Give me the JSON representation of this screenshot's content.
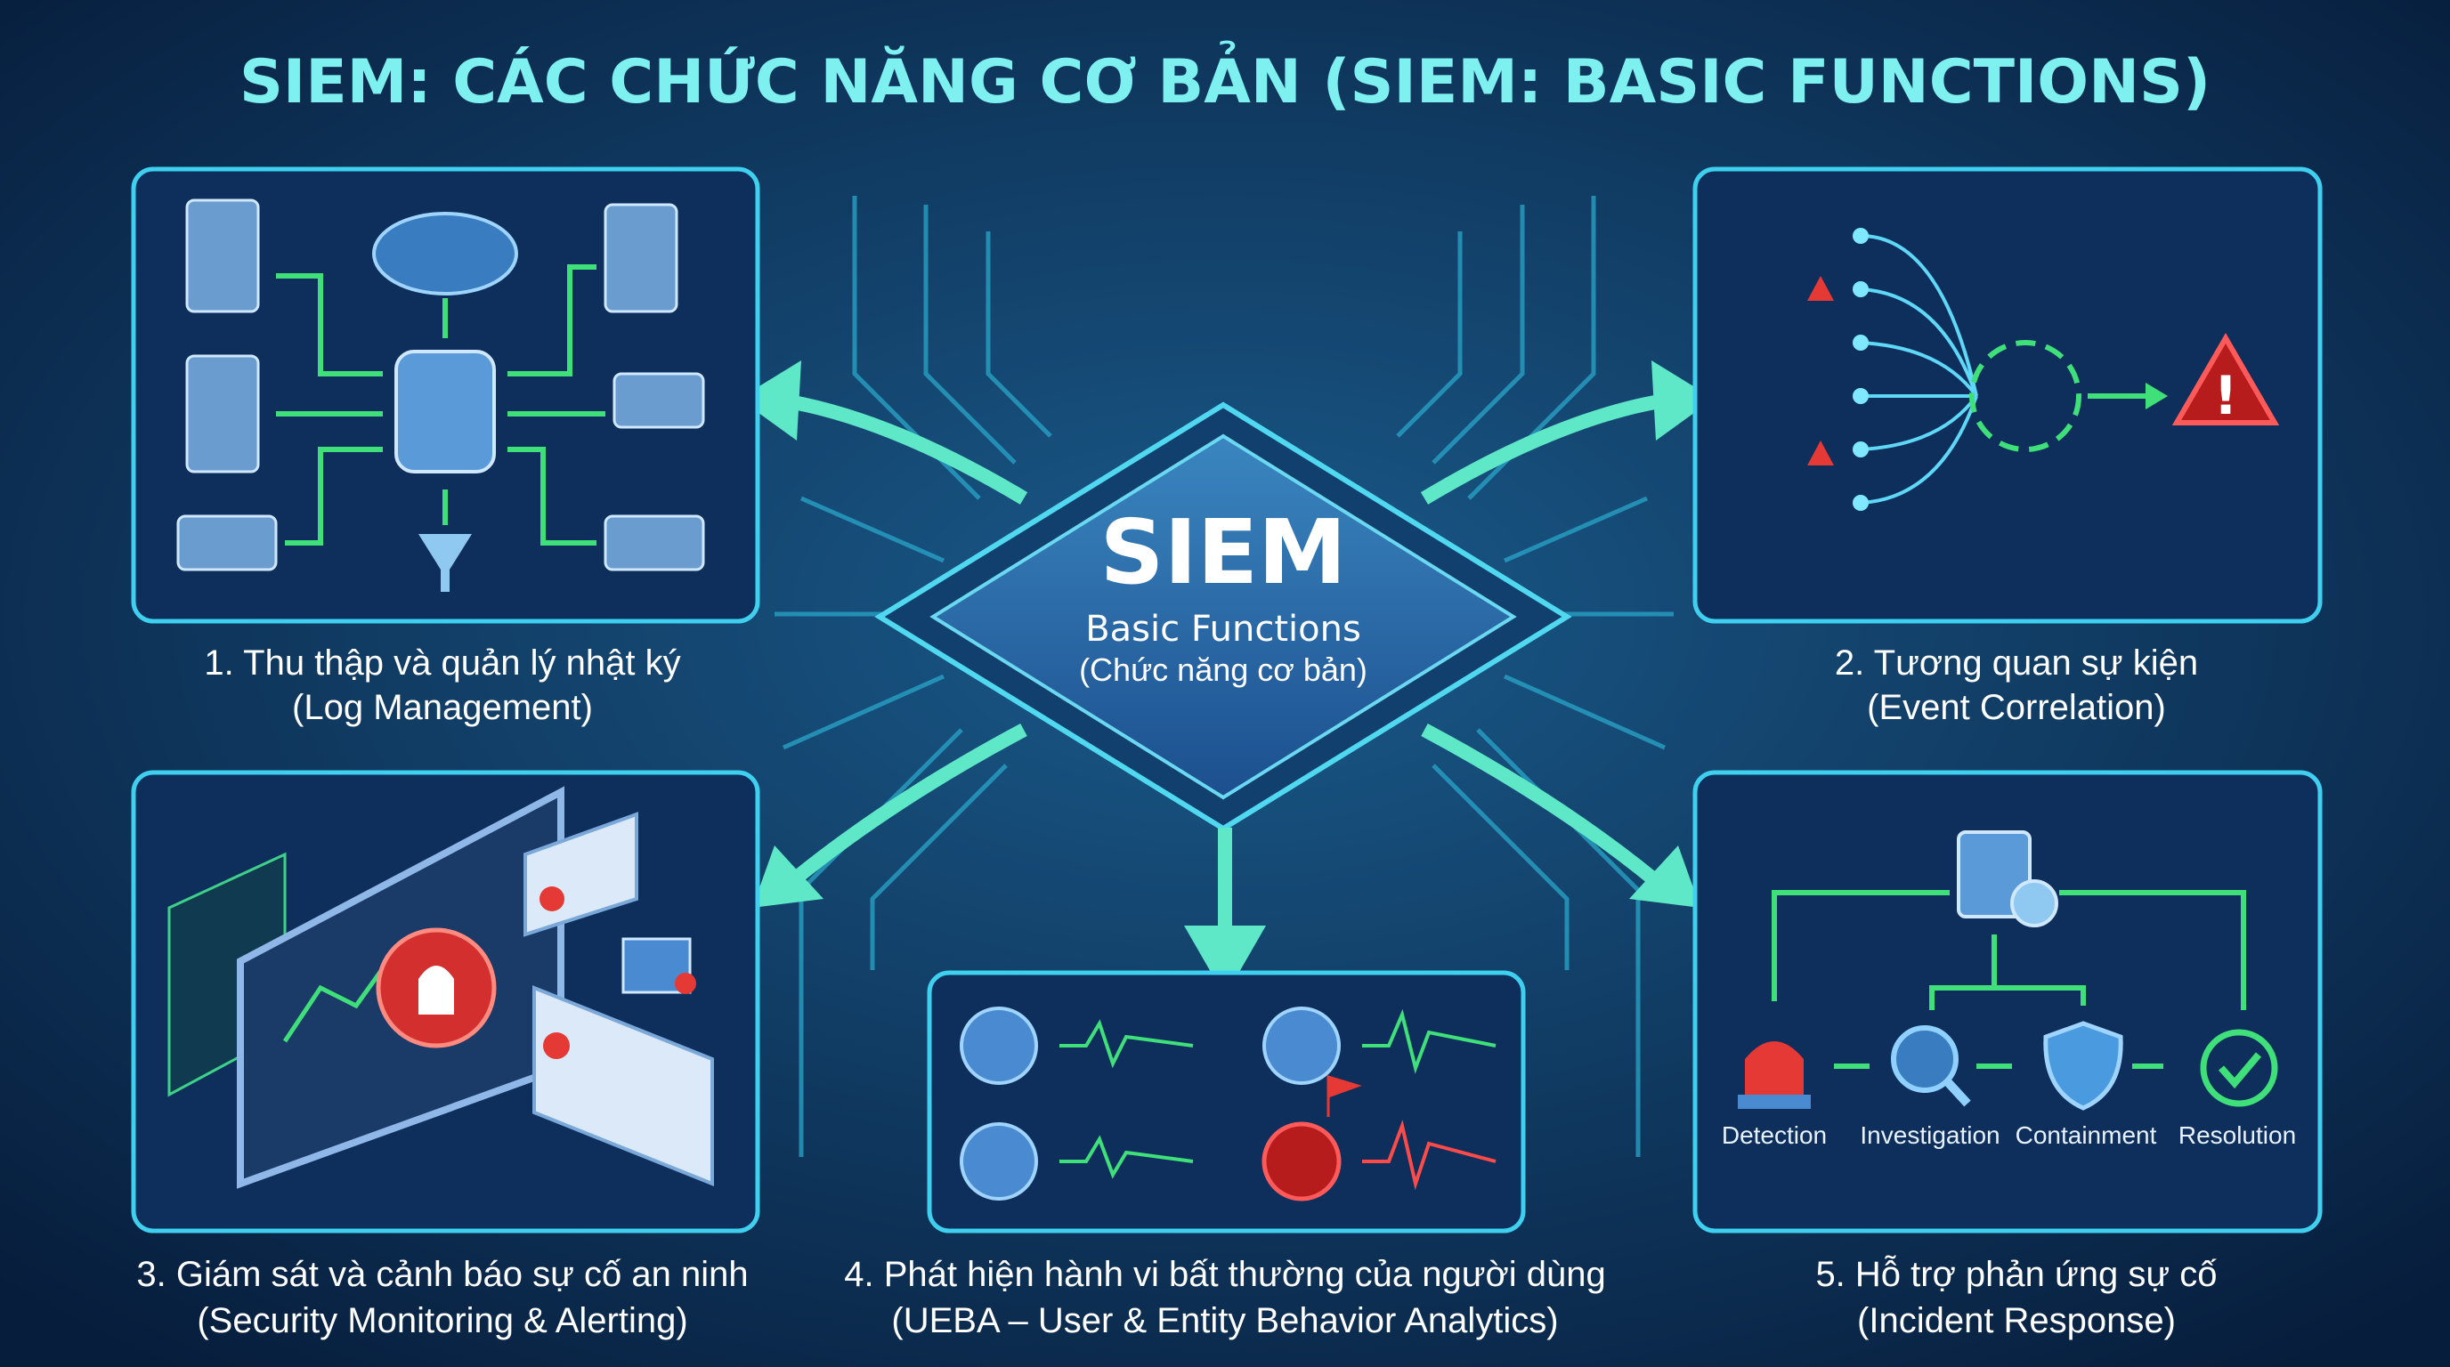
{
  "title": "SIEM: CÁC CHỨC NĂNG CƠ BẢN (SIEM: BASIC FUNCTIONS)",
  "center_chip": {
    "main": "SIEM",
    "subtitle": "Basic Functions",
    "subtitle_vi": "(Chức năng cơ bản)"
  },
  "functions": [
    {
      "line1": "1. Thu thập và quản lý nhật ký",
      "line2": "(Log Management)"
    },
    {
      "line1": "2. Tương quan sự kiện",
      "line2": "(Event Correlation)"
    },
    {
      "line1": "3. Giám sát và cảnh báo sự cố an ninh",
      "line2": "(Security Monitoring & Alerting)"
    },
    {
      "line1": "4. Phát hiện hành vi bất thường của người dùng",
      "line2": "(UEBA – User & Entity Behavior Analytics)"
    },
    {
      "line1": "5. Hỗ trợ phản ứng sự cố",
      "line2": "(Incident Response)"
    }
  ],
  "incident_steps": [
    "Detection",
    "Investigation",
    "Containment",
    "Resolution"
  ],
  "colors": {
    "accent": "#7ff0f0",
    "border": "#3fd0f0",
    "green": "#3fe07a",
    "alert": "#e53935",
    "background": "#0a2748"
  }
}
